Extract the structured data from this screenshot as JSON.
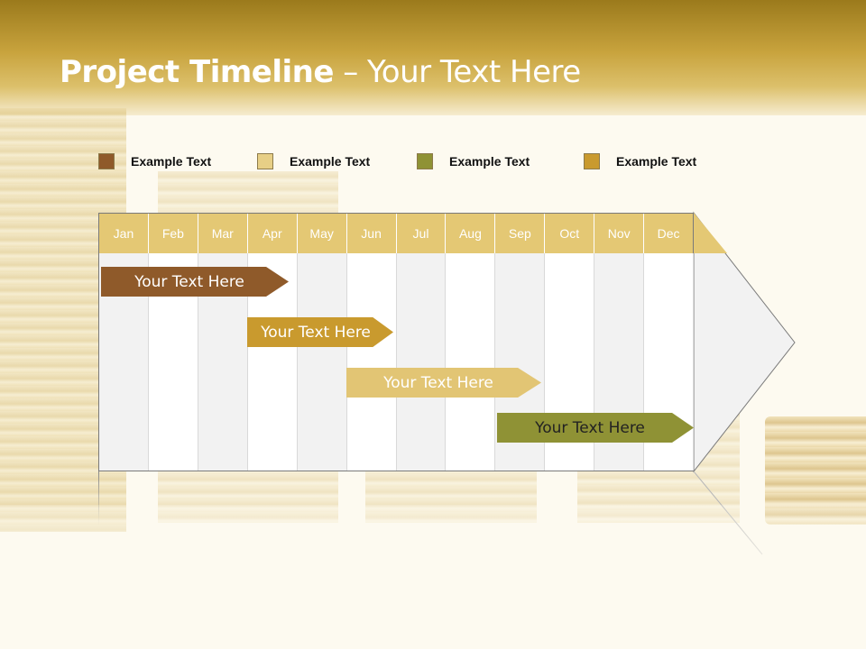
{
  "slide": {
    "title_bold": "Project Timeline",
    "title_rest": " – Your Text Here"
  },
  "legend": [
    {
      "label": "Example Text",
      "color": "#8f5a2a"
    },
    {
      "label": "Example Text",
      "color": "#e7cf86"
    },
    {
      "label": "Example Text",
      "color": "#8f9235"
    },
    {
      "label": "Example Text",
      "color": "#c99a2e"
    }
  ],
  "timeline": {
    "months": [
      "Jan",
      "Feb",
      "Mar",
      "Apr",
      "May",
      "Jun",
      "Jul",
      "Aug",
      "Sep",
      "Oct",
      "Nov",
      "Dec"
    ],
    "header_color": "#e4c874",
    "tasks": [
      {
        "label": "Your  Text Here",
        "color": "#8f5a2a"
      },
      {
        "label": "Your  Text Here",
        "color": "#c99a2e"
      },
      {
        "label": "Your  Text Here",
        "color": "#e2c574"
      },
      {
        "label": "Your  Text Here",
        "color": "#8f9235"
      }
    ]
  }
}
